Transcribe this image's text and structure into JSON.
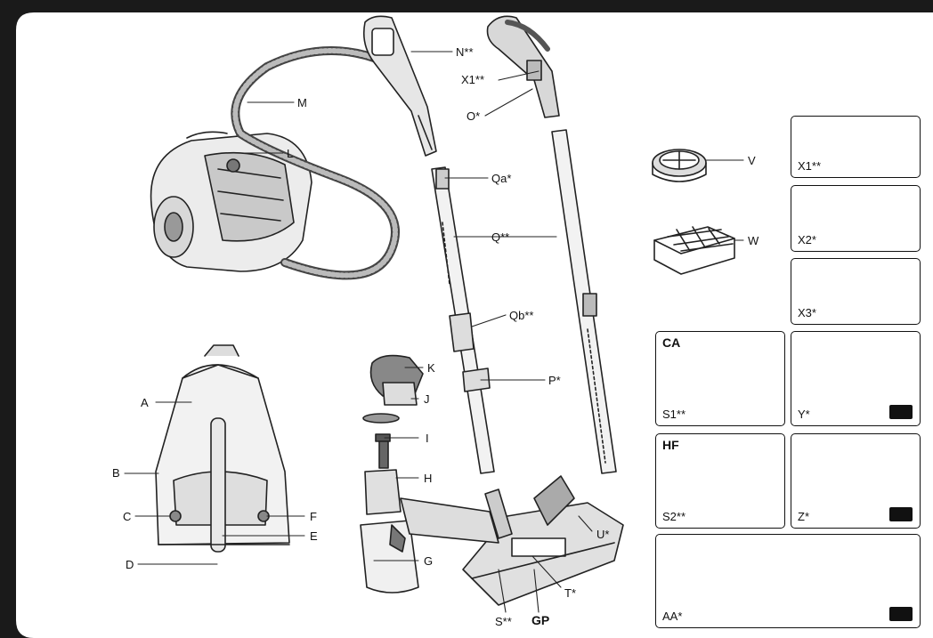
{
  "labels": {
    "A": "A",
    "B": "B",
    "C": "C",
    "D": "D",
    "E": "E",
    "F": "F",
    "G": "G",
    "H": "H",
    "I": "I",
    "J": "J",
    "K": "K",
    "L": "L",
    "M": "M",
    "N": "N**",
    "O": "O*",
    "X1": "X1**",
    "P": "P*",
    "Q": "Q**",
    "Qa": "Qa*",
    "Qb": "Qb**",
    "S": "S**",
    "GP": "GP",
    "T": "T*",
    "U": "U*",
    "V": "V",
    "W": "W"
  },
  "accessories": {
    "x1": "X1**",
    "x2": "X2*",
    "x3": "X3*",
    "ca": "CA",
    "s1": "S1**",
    "y": "Y*",
    "hf": "HF",
    "s2": "S2**",
    "z": "Z*",
    "aa": "AA*"
  },
  "icons": [
    "paw-icon",
    "brush-icon",
    "floor-icon"
  ]
}
